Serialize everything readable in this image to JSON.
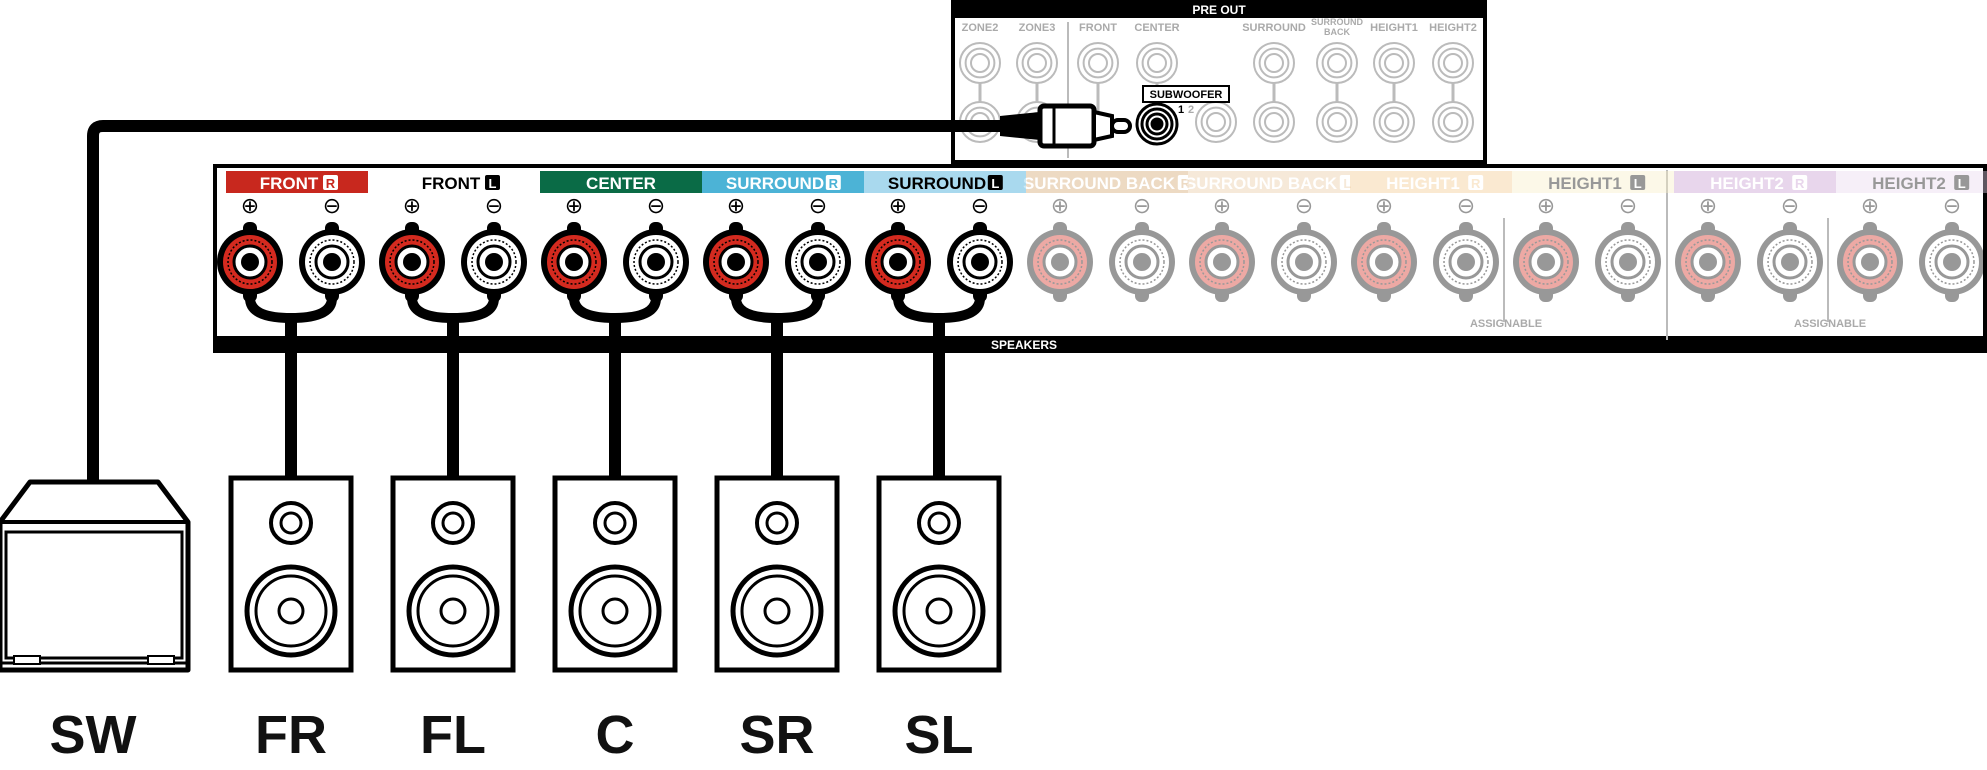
{
  "pre_out": {
    "title": "PRE OUT",
    "labels": [
      "ZONE2",
      "ZONE3",
      "FRONT",
      "CENTER",
      "SURROUND",
      "SURROUND BACK",
      "HEIGHT1",
      "HEIGHT2"
    ],
    "subwoofer_label": "SUBWOOFER",
    "subwoofer_port_numbers": [
      "1",
      "2"
    ],
    "lower_port_numbers": [
      "1"
    ]
  },
  "speakers_panel": {
    "title": "SPEAKERS",
    "assignable_labels": [
      "ASSIGNABLE",
      "ASSIGNABLE"
    ],
    "polarity_symbols": [
      "⊕",
      "⊖"
    ],
    "channels": [
      {
        "name": "FRONT",
        "side": "R",
        "color": "#c8281e",
        "active": true
      },
      {
        "name": "FRONT",
        "side": "L",
        "color": "#ffffff",
        "active": true
      },
      {
        "name": "CENTER",
        "side": "",
        "color": "#0a6b46",
        "active": true
      },
      {
        "name": "SURROUND",
        "side": "R",
        "color": "#4cb3d6",
        "active": true
      },
      {
        "name": "SURROUND",
        "side": "L",
        "color": "#a9d9ee",
        "active": true
      },
      {
        "name": "SURROUND BACK",
        "side": "R",
        "color": "#d4a46c",
        "active": false
      },
      {
        "name": "SURROUND BACK",
        "side": "L",
        "color": "#e9c9a1",
        "active": false
      },
      {
        "name": "HEIGHT1",
        "side": "R",
        "color": "#f3c98e",
        "active": false
      },
      {
        "name": "HEIGHT1",
        "side": "L",
        "color": "#faf0c6",
        "active": false
      },
      {
        "name": "HEIGHT2",
        "side": "R",
        "color": "#c79ad1",
        "active": false
      },
      {
        "name": "HEIGHT2",
        "side": "L",
        "color": "#ead8ef",
        "active": false
      }
    ]
  },
  "speaker_labels": [
    "SW",
    "FR",
    "FL",
    "C",
    "SR",
    "SL"
  ]
}
